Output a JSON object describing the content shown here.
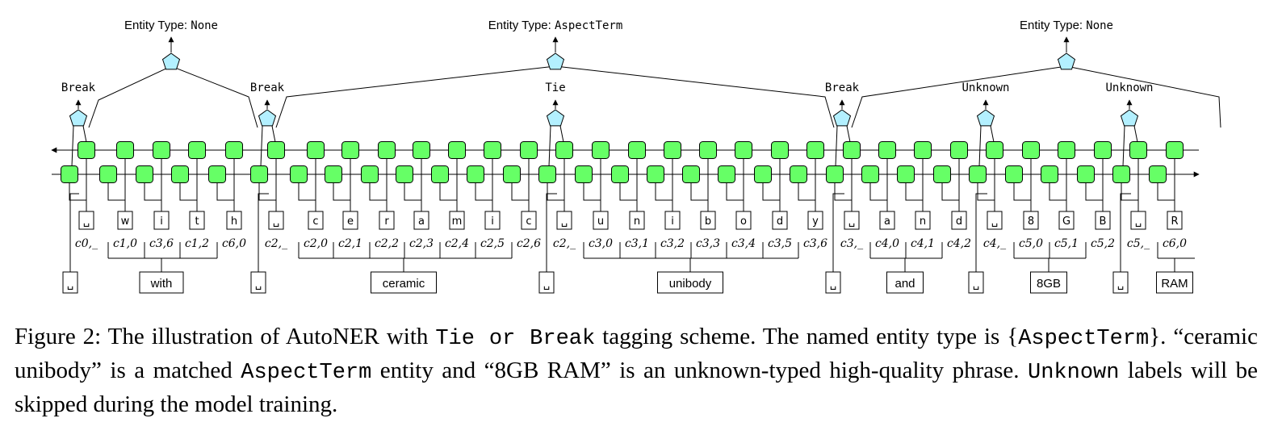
{
  "colors": {
    "cell": "#66ff66",
    "node": "#b3f0ff",
    "stroke": "#000000"
  },
  "entity_types": [
    {
      "prefix": "Entity Type: ",
      "value": "None"
    },
    {
      "prefix": "Entity Type: ",
      "value": "AspectTerm"
    },
    {
      "prefix": "Entity Type: ",
      "value": "None"
    }
  ],
  "tags": [
    "Break",
    "Break",
    "Tie",
    "Break",
    "Unknown",
    "Unknown"
  ],
  "chars": [
    {
      "glyph": "␣",
      "sub": "0,_"
    },
    {
      "glyph": "w",
      "sub": "1,0"
    },
    {
      "glyph": "i",
      "sub": "3,6"
    },
    {
      "glyph": "t",
      "sub": "1,2"
    },
    {
      "glyph": "h",
      "sub": "6,0"
    },
    {
      "glyph": "␣",
      "sub": "2,_"
    },
    {
      "glyph": "c",
      "sub": "2,0"
    },
    {
      "glyph": "e",
      "sub": "2,1"
    },
    {
      "glyph": "r",
      "sub": "2,2"
    },
    {
      "glyph": "a",
      "sub": "2,3"
    },
    {
      "glyph": "m",
      "sub": "2,4"
    },
    {
      "glyph": "i",
      "sub": "2,5"
    },
    {
      "glyph": "c",
      "sub": "2,6"
    },
    {
      "glyph": "␣",
      "sub": "2,_"
    },
    {
      "glyph": "u",
      "sub": "3,0"
    },
    {
      "glyph": "n",
      "sub": "3,1"
    },
    {
      "glyph": "i",
      "sub": "3,2"
    },
    {
      "glyph": "b",
      "sub": "3,3"
    },
    {
      "glyph": "o",
      "sub": "3,4"
    },
    {
      "glyph": "d",
      "sub": "3,5"
    },
    {
      "glyph": "y",
      "sub": "3,6"
    },
    {
      "glyph": "␣",
      "sub": "3,_"
    },
    {
      "glyph": "a",
      "sub": "4,0"
    },
    {
      "glyph": "n",
      "sub": "4,1"
    },
    {
      "glyph": "d",
      "sub": "4,2"
    },
    {
      "glyph": "␣",
      "sub": "4,_"
    },
    {
      "glyph": "8",
      "sub": "5,0"
    },
    {
      "glyph": "G",
      "sub": "5,1"
    },
    {
      "glyph": "B",
      "sub": "5,2"
    },
    {
      "glyph": "␣",
      "sub": "5,_"
    },
    {
      "glyph": "R",
      "sub": "6,0"
    }
  ],
  "words": [
    {
      "label": "␣",
      "kind": "space"
    },
    {
      "label": "with",
      "kind": "word"
    },
    {
      "label": "␣",
      "kind": "space"
    },
    {
      "label": "ceramic",
      "kind": "word"
    },
    {
      "label": "␣",
      "kind": "space"
    },
    {
      "label": "unibody",
      "kind": "word"
    },
    {
      "label": "␣",
      "kind": "space"
    },
    {
      "label": "and",
      "kind": "word"
    },
    {
      "label": "␣",
      "kind": "space"
    },
    {
      "label": "8GB",
      "kind": "word"
    },
    {
      "label": "␣",
      "kind": "space"
    },
    {
      "label": "RAM",
      "kind": "word"
    }
  ],
  "caption": {
    "p1": "Figure 2:  The illustration of AutoNER with ",
    "t1": "Tie or Break",
    "p2": " tagging scheme.  The named entity type is {",
    "t2": "AspectTerm",
    "p3": "}. “ceramic unibody” is a matched ",
    "t3": "AspectTerm",
    "p4": " entity and “8GB RAM” is an unknown-typed high-quality phrase. ",
    "t4": "Unknown",
    "p5": " labels will be skipped during the model training."
  }
}
